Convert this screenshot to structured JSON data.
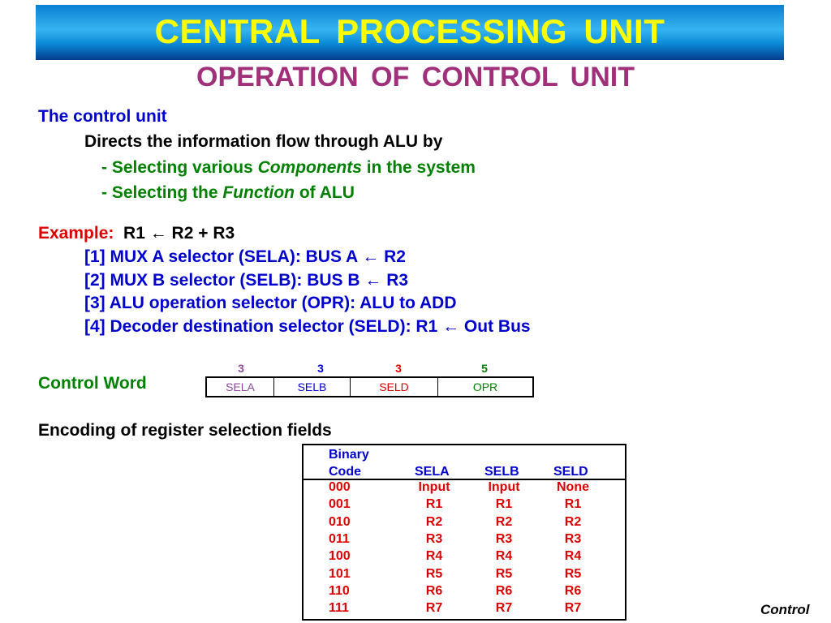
{
  "title": "CENTRAL  PROCESSING  UNIT",
  "subtitle": "OPERATION  OF  CONTROL  UNIT",
  "intro": {
    "heading": "The control unit",
    "line1": "Directs the information flow through ALU by",
    "line2_prefix": "- Selecting various ",
    "line2_italic": "Components",
    "line2_suffix": " in the system",
    "line3_prefix": "- Selecting the ",
    "line3_italic": "Function",
    "line3_suffix": " of ALU"
  },
  "example": {
    "label": "Example:",
    "expr": "R1 ← R2 + R3",
    "steps": [
      "[1] MUX A selector (SELA):  BUS A ← R2",
      "[2] MUX B selector (SELB):  BUS B ← R3",
      "[3] ALU operation selector (OPR): ALU to ADD",
      "[4] Decoder destination selector (SELD): R1 ← Out Bus"
    ]
  },
  "control_word": {
    "label": "Control Word",
    "fields": [
      {
        "name": "SELA",
        "bits": "3",
        "color": "#8c4a9c"
      },
      {
        "name": "SELB",
        "bits": "3",
        "color": "#0000cc"
      },
      {
        "name": "SELD",
        "bits": "3",
        "color": "#dd0000"
      },
      {
        "name": "OPR",
        "bits": "5",
        "color": "#008000"
      }
    ]
  },
  "encoding": {
    "heading": "Encoding of register selection fields",
    "header_binary": "Binary",
    "header_code": "Code",
    "columns": [
      "SELA",
      "SELB",
      "SELD"
    ],
    "rows": [
      {
        "code": "000",
        "sela": "Input",
        "selb": "Input",
        "seld": "None"
      },
      {
        "code": "001",
        "sela": "R1",
        "selb": "R1",
        "seld": "R1"
      },
      {
        "code": "010",
        "sela": "R2",
        "selb": "R2",
        "seld": "R2"
      },
      {
        "code": "011",
        "sela": "R3",
        "selb": "R3",
        "seld": "R3"
      },
      {
        "code": "100",
        "sela": "R4",
        "selb": "R4",
        "seld": "R4"
      },
      {
        "code": "101",
        "sela": "R5",
        "selb": "R5",
        "seld": "R5"
      },
      {
        "code": "110",
        "sela": "R6",
        "selb": "R6",
        "seld": "R6"
      },
      {
        "code": "111",
        "sela": "R7",
        "selb": "R7",
        "seld": "R7"
      }
    ]
  },
  "footer": "Control"
}
